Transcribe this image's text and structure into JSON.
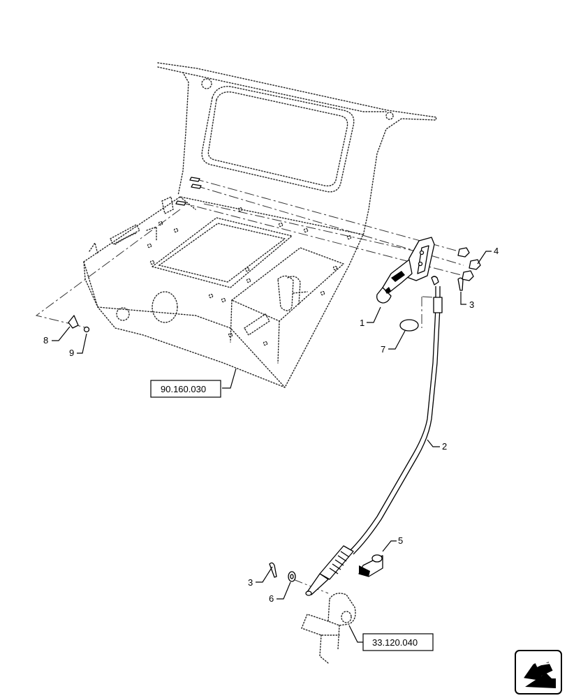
{
  "callouts": {
    "c1": "1",
    "c2": "2",
    "c3a": "3",
    "c3b": "3",
    "c4": "4",
    "c5": "5",
    "c6": "6",
    "c7": "7",
    "c8": "8",
    "c9": "9"
  },
  "references": {
    "cab": "90.160.030",
    "pedal": "33.120.040"
  },
  "nav_icon": "arrow-navigation-icon"
}
